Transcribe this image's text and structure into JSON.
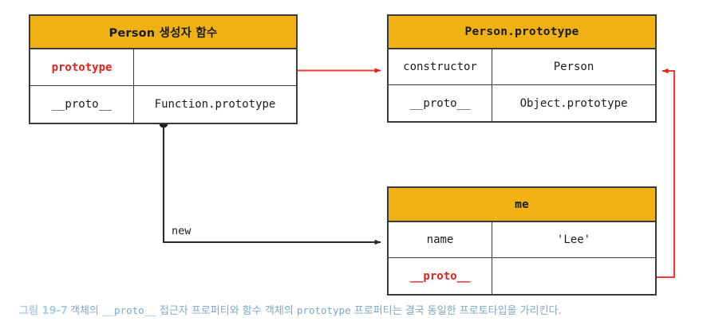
{
  "diagram": {
    "title": "Person 생성자 함수 / Person.prototype / me 프로토타입 관계도",
    "colors": {
      "header_gold": "#efb113",
      "accent_red": "#e32219",
      "border_dark": "#3b3b3b",
      "caption_blue": "#7ea8c6",
      "caption_figno_blue": "#a9d0ea",
      "background": "#ffffff"
    },
    "tables": [
      {
        "id": "person-constructor",
        "header": "Person 생성자 함수",
        "rows": [
          {
            "key": "prototype",
            "key_accent": true,
            "value": ""
          },
          {
            "key": "__proto__",
            "key_accent": false,
            "value": "Function.prototype"
          }
        ]
      },
      {
        "id": "person-prototype",
        "header": "Person.prototype",
        "rows": [
          {
            "key": "constructor",
            "key_accent": false,
            "value": "Person"
          },
          {
            "key": "__proto__",
            "key_accent": false,
            "value": "Object.prototype"
          }
        ]
      },
      {
        "id": "me-object",
        "header": "me",
        "rows": [
          {
            "key": "name",
            "key_accent": false,
            "value": "'Lee'"
          },
          {
            "key": "__proto__",
            "key_accent": true,
            "value": ""
          }
        ]
      }
    ],
    "edges": [
      {
        "id": "prototype-to-person-prototype",
        "label": "",
        "color": "#e32219",
        "from": "person-constructor.prototype",
        "to": "person-prototype"
      },
      {
        "id": "new-instance",
        "label": "new",
        "color": "#3b3b3b",
        "from": "person-constructor",
        "to": "me-object"
      },
      {
        "id": "me-proto-to-person-prototype",
        "label": "",
        "color": "#e32219",
        "from": "me-object.__proto__",
        "to": "person-prototype"
      }
    ]
  },
  "caption": {
    "figure_number": "그림 19-7",
    "text_part1": "객체의 ",
    "code1": "__proto__",
    "text_part2": " 접근자 프로퍼티와 함수 객체의 ",
    "code2": "prototype",
    "text_part3": " 프로퍼티는 결국 동일한 프로토타입을 가리킨다."
  }
}
